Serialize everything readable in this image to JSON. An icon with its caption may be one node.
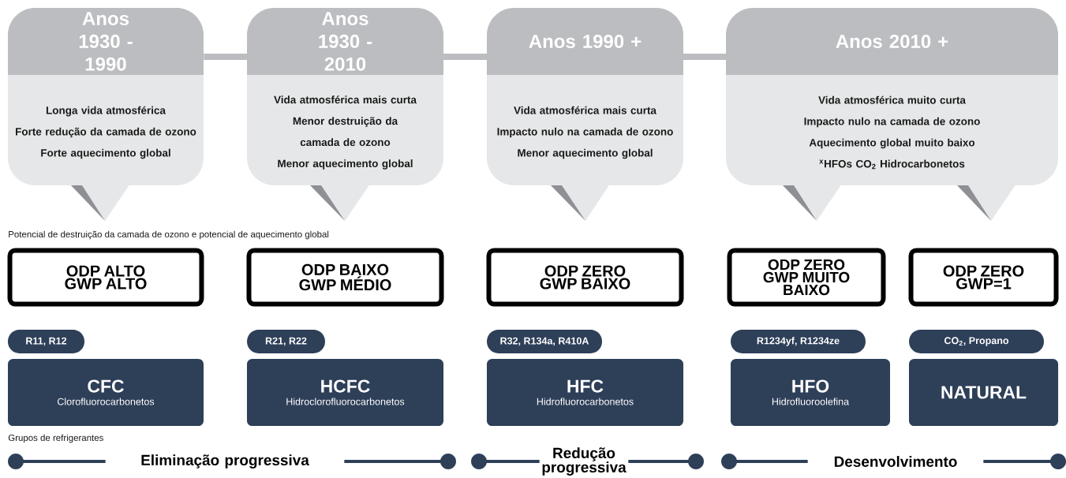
{
  "diagram": {
    "nodes": [
      {
        "text": [
          "Anos 1930 - 1990",
          "Longa vida atmosférica",
          "Forte redução da camada de ozono",
          "Forte aquecimento global"
        ]
      },
      {
        "text": [
          "Anos 1930 - 2010",
          "Vida atmosférica mais curta",
          "Menor destruição da camada de ozono",
          "Menor aquecimento global"
        ]
      },
      {
        "text": [
          "Anos 1990 +",
          "Vida atmosférica mais curta",
          "Impacto nulo na camada de ozono",
          "Menor aquecimento global"
        ]
      },
      {
        "text": [
          "Anos 2010 +",
          "Vida atmosférica muito curta",
          "Impacto nulo na camada de ozono",
          "Aquecimento global muito baixo",
          "$^{x}$HFOs CO$_{2}$ Hidrocarbonetos"
        ]
      },
      {
        "text": [
          "ODP ALTO",
          "GWP ALTO"
        ]
      },
      {
        "text": [
          "ODP BAIXO",
          "GWP MÉDIO"
        ]
      },
      {
        "text": [
          "ODP ZERO",
          "GWP BAIXO"
        ]
      },
      {
        "text": [
          "ODP ZERO",
          "GWP MUITO BAIXO"
        ]
      },
      {
        "text": [
          "ODP ZERO",
          "GWP=1"
        ]
      },
      {
        "text": [
          "R11, R12"
        ]
      },
      {
        "text": [
          "R21, R22"
        ]
      },
      {
        "text": [
          "R32, R134a, R410A"
        ]
      },
      {
        "text": [
          "R1234yf, R1234ze"
        ]
      },
      {
        "text": [
          "CO$_{2}$, Propano"
        ]
      },
      {
        "text": [
          "CFC",
          "Clorofluorocarbonetos"
        ]
      },
      {
        "text": [
          "HCFC",
          "Hidroclorofluorocarbonetos"
        ]
      },
      {
        "text": [
          "HFC",
          "Hidrofluorocarbonetos"
        ]
      },
      {
        "text": [
          "HFO",
          "Hidrofluoroolefina"
        ]
      },
      {
        "text": [
          "NATURAL"
        ]
      }
    ],
    "edges": [
      {
        "from": 0,
        "to": 1,
        "arrow": "none"
      },
      {
        "from": 1,
        "to": 2,
        "arrow": "none"
      },
      {
        "from": 2,
        "to": 3,
        "arrow": "none"
      }
    ],
    "labels": [
      "Potencial de destruição da camada de ozono e potencial de aquecimento global",
      "Grupos de refrigerantes",
      "Eliminação progressiva",
      "Redução progressiva",
      "Desenvolvimento"
    ]
  }
}
